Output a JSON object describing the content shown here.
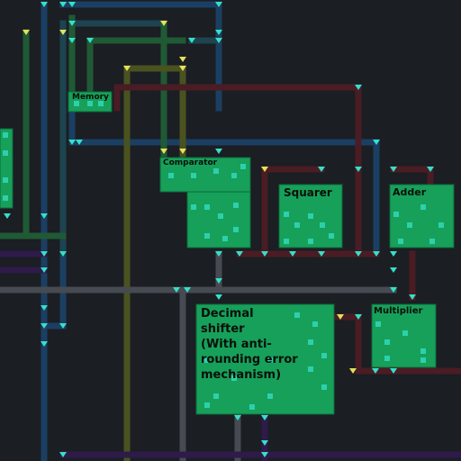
{
  "canvas": {
    "background": "#1b1e23"
  },
  "colors": {
    "wire_blue": "#1b3f63",
    "wire_teal": "#1d4450",
    "wire_green": "#1f5a35",
    "wire_olive": "#4a5220",
    "wire_red": "#4a1c24",
    "wire_gray": "#464b51",
    "wire_purple": "#2e1b4a",
    "block_fill": "#17a05a",
    "port_cyan": "#35e0c9",
    "port_yellow": "#e6e05a"
  },
  "blocks": [
    {
      "id": "memory",
      "label": "Memory"
    },
    {
      "id": "comparator",
      "label": "Comparator"
    },
    {
      "id": "squarer",
      "label": "Squarer"
    },
    {
      "id": "adder",
      "label": "Adder"
    },
    {
      "id": "decimal_shifter",
      "label": "Decimal\nshifter\n(With anti-\nrounding error\nmechanism)"
    },
    {
      "id": "multiplier",
      "label": "Multiplier"
    }
  ]
}
